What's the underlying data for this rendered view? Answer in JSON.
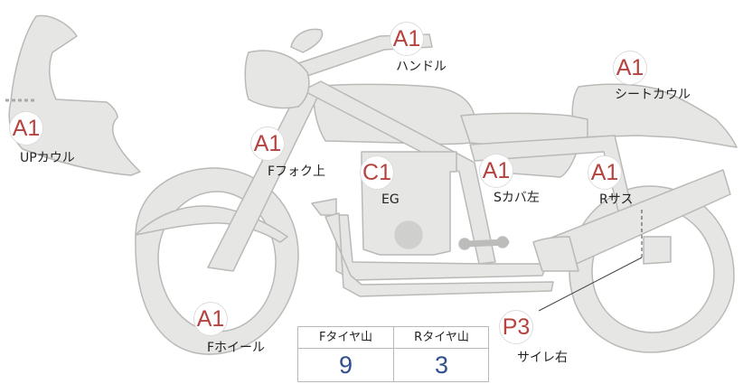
{
  "colors": {
    "part_fill": "#e6e6e4",
    "part_stroke": "#b9b9b6",
    "grade_text": "#b5433f",
    "value_text": "#2f4f8f"
  },
  "parts": [
    {
      "key": "handle",
      "grade": "A1",
      "label": "ハンドル"
    },
    {
      "key": "seat_cowl",
      "grade": "A1",
      "label": "シートカウル"
    },
    {
      "key": "up_cowl",
      "grade": "A1",
      "label": "UPカウル"
    },
    {
      "key": "f_fork_upper",
      "grade": "A1",
      "label": "Fフォク上"
    },
    {
      "key": "engine",
      "grade": "C1",
      "label": "EG"
    },
    {
      "key": "s_cover_left",
      "grade": "A1",
      "label": "Sカバ左"
    },
    {
      "key": "r_suspension",
      "grade": "A1",
      "label": "Rサス"
    },
    {
      "key": "muffler_right",
      "grade": "P3",
      "label": "サイレ右"
    },
    {
      "key": "f_wheel",
      "grade": "A1",
      "label": "Fホイール"
    }
  ],
  "tread": {
    "front_label": "Fタイヤ山",
    "rear_label": "Rタイヤ山",
    "front_value": "9",
    "rear_value": "3"
  }
}
